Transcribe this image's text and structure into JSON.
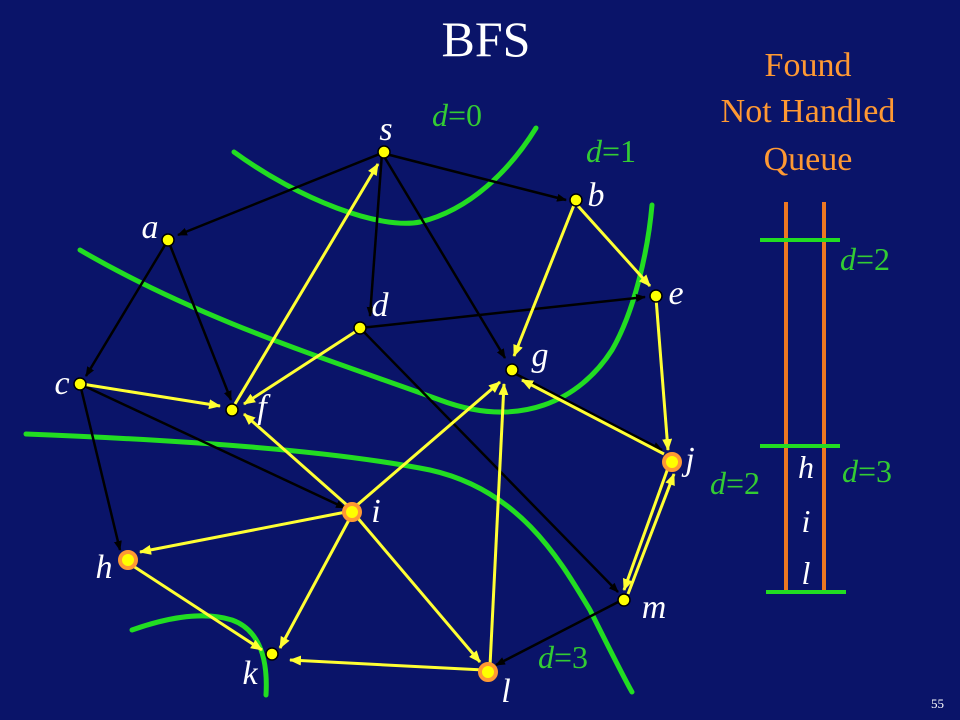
{
  "slide": {
    "title": "BFS",
    "page_number": "55"
  },
  "legend": {
    "lines": [
      "Found",
      "Not Handled",
      "Queue"
    ]
  },
  "level_labels": {
    "d0": {
      "var": "d",
      "rest": "=0"
    },
    "d1": {
      "var": "d",
      "rest": "=1"
    },
    "d3": {
      "var": "d",
      "rest": "=3"
    }
  },
  "queue_panel": {
    "upper_level": {
      "var": "d",
      "rest": "=2"
    },
    "lower_left_level": {
      "var": "d",
      "rest": "=2"
    },
    "lower_right_level": {
      "var": "d",
      "rest": "=3"
    },
    "items": [
      "h",
      "i",
      "l"
    ]
  },
  "graph": {
    "vertices": [
      {
        "id": "s",
        "label": "s",
        "state": "handled"
      },
      {
        "id": "a",
        "label": "a",
        "state": "handled"
      },
      {
        "id": "b",
        "label": "b",
        "state": "handled"
      },
      {
        "id": "c",
        "label": "c",
        "state": "handled"
      },
      {
        "id": "d",
        "label": "d",
        "state": "handled"
      },
      {
        "id": "e",
        "label": "e",
        "state": "handled"
      },
      {
        "id": "f",
        "label": "f",
        "state": "handled"
      },
      {
        "id": "g",
        "label": "g",
        "state": "handled"
      },
      {
        "id": "h",
        "label": "h",
        "state": "found"
      },
      {
        "id": "i",
        "label": "i",
        "state": "found"
      },
      {
        "id": "j",
        "label": "j",
        "state": "found"
      },
      {
        "id": "k",
        "label": "k",
        "state": "handled"
      },
      {
        "id": "l",
        "label": "l",
        "state": "found"
      },
      {
        "id": "m",
        "label": "m",
        "state": "handled"
      }
    ],
    "colors": {
      "tree_edge": "#ffff33",
      "other_edge": "#000000",
      "level_curve": "#22dd22",
      "vertex_fill": "#ffff00",
      "found_ring": "#ff9933",
      "queue_bar": "#ee7722"
    }
  }
}
